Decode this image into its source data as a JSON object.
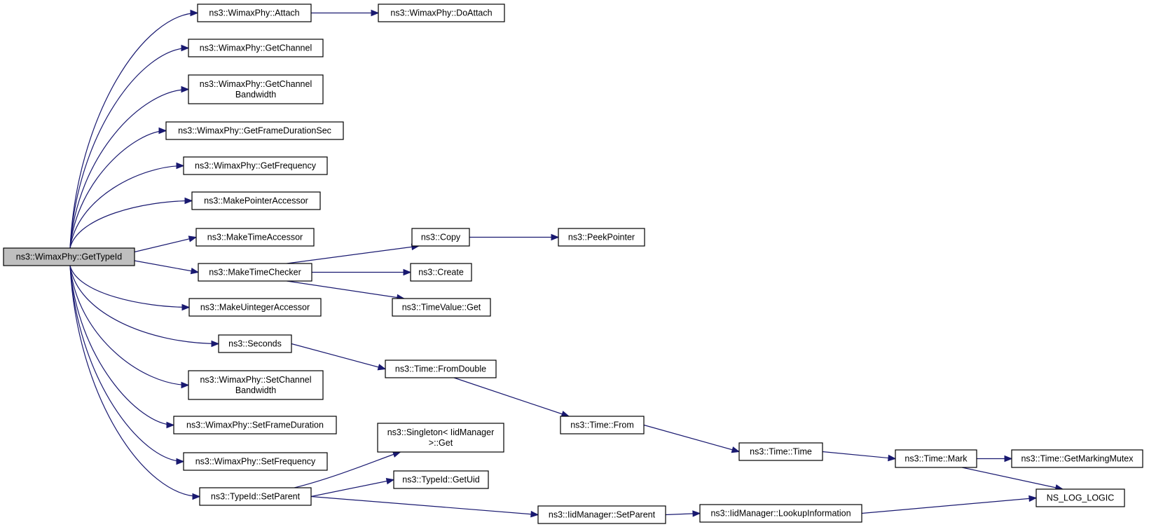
{
  "graph": {
    "nodes": [
      {
        "id": "root",
        "lines": [
          "ns3::WimaxPhy::GetTypeId"
        ],
        "root": true
      },
      {
        "id": "attach",
        "lines": [
          "ns3::WimaxPhy::Attach"
        ]
      },
      {
        "id": "doattach",
        "lines": [
          "ns3::WimaxPhy::DoAttach"
        ]
      },
      {
        "id": "getchannel",
        "lines": [
          "ns3::WimaxPhy::GetChannel"
        ]
      },
      {
        "id": "getchbw",
        "lines": [
          "ns3::WimaxPhy::GetChannel",
          "Bandwidth"
        ]
      },
      {
        "id": "getframedur",
        "lines": [
          "ns3::WimaxPhy::GetFrameDurationSec"
        ]
      },
      {
        "id": "getfreq",
        "lines": [
          "ns3::WimaxPhy::GetFrequency"
        ]
      },
      {
        "id": "mkptracc",
        "lines": [
          "ns3::MakePointerAccessor"
        ]
      },
      {
        "id": "mktimeacc",
        "lines": [
          "ns3::MakeTimeAccessor"
        ]
      },
      {
        "id": "mktimechk",
        "lines": [
          "ns3::MakeTimeChecker"
        ]
      },
      {
        "id": "mkuintacc",
        "lines": [
          "ns3::MakeUintegerAccessor"
        ]
      },
      {
        "id": "seconds",
        "lines": [
          "ns3::Seconds"
        ]
      },
      {
        "id": "setchbw",
        "lines": [
          "ns3::WimaxPhy::SetChannel",
          "Bandwidth"
        ]
      },
      {
        "id": "setframedur",
        "lines": [
          "ns3::WimaxPhy::SetFrameDuration"
        ]
      },
      {
        "id": "setfreq",
        "lines": [
          "ns3::WimaxPhy::SetFrequency"
        ]
      },
      {
        "id": "setparent",
        "lines": [
          "ns3::TypeId::SetParent"
        ]
      },
      {
        "id": "copy",
        "lines": [
          "ns3::Copy"
        ]
      },
      {
        "id": "peek",
        "lines": [
          "ns3::PeekPointer"
        ]
      },
      {
        "id": "create",
        "lines": [
          "ns3::Create"
        ]
      },
      {
        "id": "tvget",
        "lines": [
          "ns3::TimeValue::Get"
        ]
      },
      {
        "id": "fromdouble",
        "lines": [
          "ns3::Time::FromDouble"
        ]
      },
      {
        "id": "from",
        "lines": [
          "ns3::Time::From"
        ]
      },
      {
        "id": "time",
        "lines": [
          "ns3::Time::Time"
        ]
      },
      {
        "id": "mark",
        "lines": [
          "ns3::Time::Mark"
        ]
      },
      {
        "id": "mutex",
        "lines": [
          "ns3::Time::GetMarkingMutex"
        ]
      },
      {
        "id": "nslog",
        "lines": [
          "NS_LOG_LOGIC"
        ]
      },
      {
        "id": "singleton",
        "lines": [
          "ns3::Singleton< IidManager",
          ">::Get"
        ]
      },
      {
        "id": "getuid",
        "lines": [
          "ns3::TypeId::GetUid"
        ]
      },
      {
        "id": "iidsetparent",
        "lines": [
          "ns3::IidManager::SetParent"
        ]
      },
      {
        "id": "lookup",
        "lines": [
          "ns3::IidManager::LookupInformation"
        ]
      }
    ],
    "edges": [
      {
        "from": "root",
        "to": "attach"
      },
      {
        "from": "root",
        "to": "getchannel"
      },
      {
        "from": "root",
        "to": "getchbw"
      },
      {
        "from": "root",
        "to": "getframedur"
      },
      {
        "from": "root",
        "to": "getfreq"
      },
      {
        "from": "root",
        "to": "mkptracc"
      },
      {
        "from": "root",
        "to": "mktimeacc"
      },
      {
        "from": "root",
        "to": "mktimechk"
      },
      {
        "from": "root",
        "to": "mkuintacc"
      },
      {
        "from": "root",
        "to": "seconds"
      },
      {
        "from": "root",
        "to": "setchbw"
      },
      {
        "from": "root",
        "to": "setframedur"
      },
      {
        "from": "root",
        "to": "setfreq"
      },
      {
        "from": "root",
        "to": "setparent"
      },
      {
        "from": "attach",
        "to": "doattach"
      },
      {
        "from": "mktimechk",
        "to": "copy"
      },
      {
        "from": "mktimechk",
        "to": "create"
      },
      {
        "from": "mktimechk",
        "to": "tvget"
      },
      {
        "from": "copy",
        "to": "peek"
      },
      {
        "from": "seconds",
        "to": "fromdouble"
      },
      {
        "from": "fromdouble",
        "to": "from"
      },
      {
        "from": "from",
        "to": "time"
      },
      {
        "from": "time",
        "to": "mark"
      },
      {
        "from": "mark",
        "to": "mutex"
      },
      {
        "from": "mark",
        "to": "nslog"
      },
      {
        "from": "setparent",
        "to": "singleton"
      },
      {
        "from": "setparent",
        "to": "getuid"
      },
      {
        "from": "setparent",
        "to": "iidsetparent"
      },
      {
        "from": "iidsetparent",
        "to": "lookup"
      },
      {
        "from": "lookup",
        "to": "nslog"
      }
    ]
  }
}
